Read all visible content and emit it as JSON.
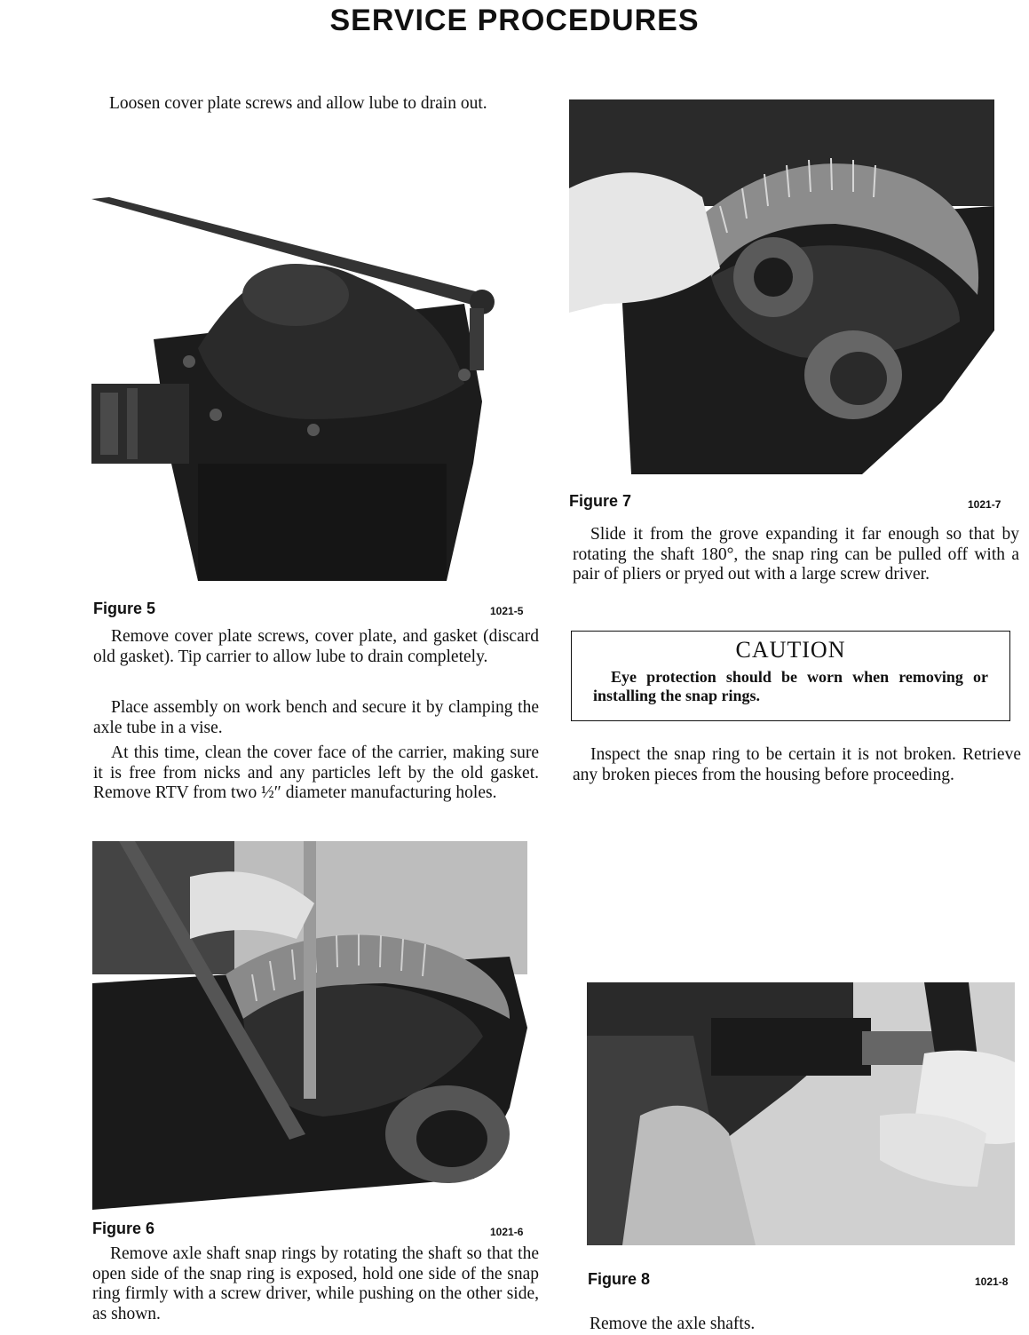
{
  "page": {
    "title": "SERVICE PROCEDURES"
  },
  "left": {
    "p1": "Loosen cover plate screws and allow lube to drain out.",
    "fig5": {
      "label": "Figure 5",
      "code": "1021-5"
    },
    "p2": "Remove cover plate screws, cover plate, and gasket (discard old gasket). Tip carrier to allow lube to drain completely.",
    "p3": "Place assembly on work bench and secure it by clamping the axle tube in a vise.",
    "p4": "At this time, clean the cover face of the carrier, making sure it is free from nicks and any particles left by the old gasket. Remove RTV from two ½″ diameter manufacturing holes.",
    "fig6": {
      "label": "Figure 6",
      "code": "1021-6"
    },
    "p5": "Remove axle shaft snap rings by rotating the shaft so that the open side of the snap ring is exposed, hold one side of the snap ring firmly with a screw driver, while pushing on the other side, as shown."
  },
  "right": {
    "fig7": {
      "label": "Figure 7",
      "code": "1021-7"
    },
    "p1": "Slide it from the grove expanding it far enough so that by rotating the shaft 180°, the snap ring can be pulled off with a pair of pliers or pryed out with a large screw driver.",
    "caution": {
      "title": "CAUTION",
      "text": "Eye protection should be worn when removing or installing the snap rings."
    },
    "p2": "Inspect the snap ring to be certain it is not broken. Retrieve any broken pieces from the housing before proceeding.",
    "fig8": {
      "label": "Figure 8",
      "code": "1021-8"
    },
    "p3": "Remove the axle shafts."
  }
}
